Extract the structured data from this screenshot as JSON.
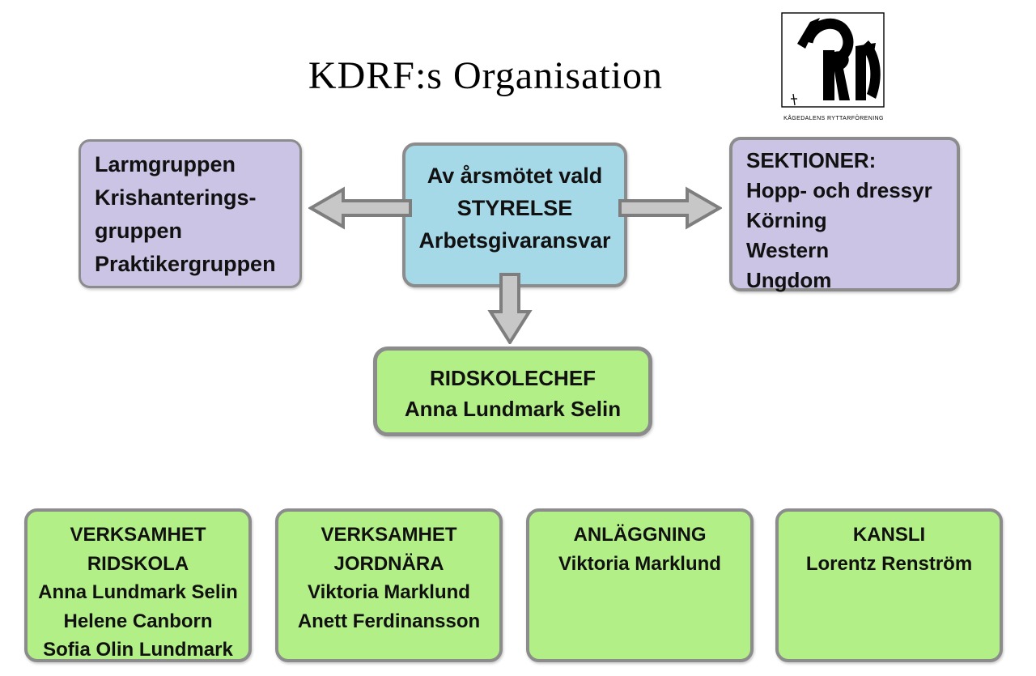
{
  "page": {
    "title": "KDRF:s Organisation"
  },
  "logo": {
    "name": "kdrf-horse-logo",
    "caption": "KÅGEDALENS RYTTARFÖRENING"
  },
  "colors": {
    "purple_fill": "#cbc4e4",
    "blue_fill": "#a6d9e7",
    "green_fill": "#b2f087",
    "box_border": "#8c8c8c",
    "arrow_fill": "#c7c7c7",
    "arrow_border": "#7e7e7e"
  },
  "boxes": {
    "groups": {
      "lines": [
        "Larmgruppen",
        "Krishanterings-",
        "gruppen",
        "Praktikergruppen"
      ]
    },
    "board": {
      "lines": [
        "Av årsmötet vald",
        "STYRELSE",
        "Arbetsgivaransvar"
      ]
    },
    "sections": {
      "lines": [
        "SEKTIONER:",
        "Hopp- och dressyr",
        "Körning",
        "Western",
        "Ungdom"
      ]
    },
    "ridskolechef": {
      "lines": [
        "RIDSKOLECHEF",
        "Anna Lundmark Selin"
      ]
    },
    "bottom": [
      {
        "id": "verksamhet-ridskola",
        "lines": [
          "VERKSAMHET",
          "RIDSKOLA",
          "Anna Lundmark Selin",
          "Helene Canborn",
          "Sofia Olin Lundmark"
        ]
      },
      {
        "id": "verksamhet-jordnara",
        "lines": [
          "VERKSAMHET",
          "JORDNÄRA",
          "Viktoria Marklund",
          "Anett Ferdinansson"
        ]
      },
      {
        "id": "anlaggning",
        "lines": [
          "ANLÄGGNING",
          "Viktoria Marklund"
        ]
      },
      {
        "id": "kansli",
        "lines": [
          "KANSLI",
          "Lorentz Renström"
        ]
      }
    ]
  }
}
